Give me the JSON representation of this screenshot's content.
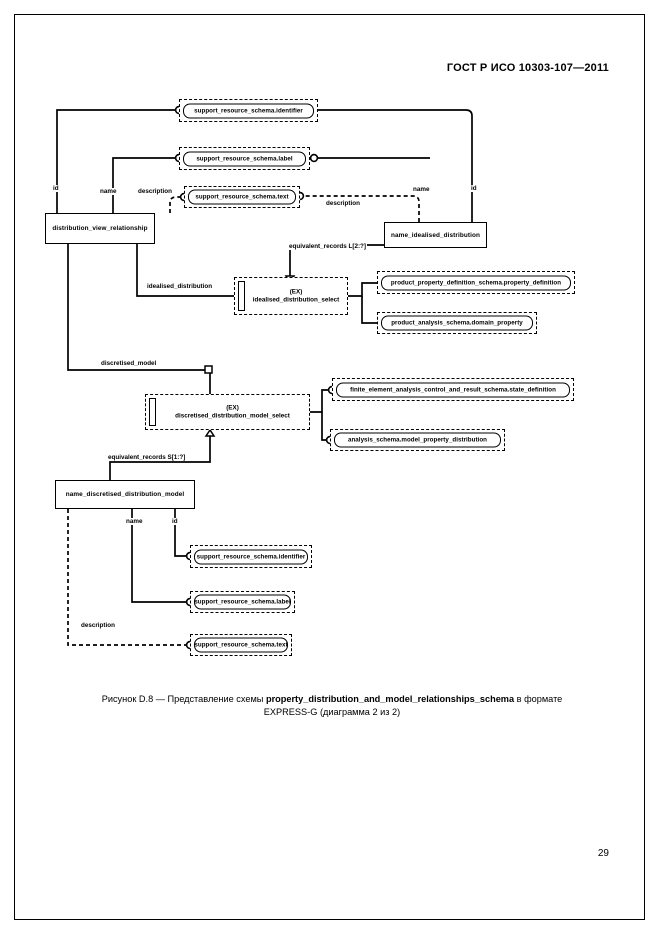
{
  "document": {
    "header": "ГОСТ Р ИСО 10303-107—2011",
    "page_number": "29",
    "caption_prefix": "Рисунок  D.8 — Представление схемы ",
    "caption_schema": "property_distribution_and_model_relationships_schema",
    "caption_mid": " в формате",
    "caption_line2": "EXPRESS-G (диаграмма 2 из 2)"
  },
  "diagram": {
    "type": "EXPRESS-G",
    "entities": [
      {
        "id": "distribution_view_relationship",
        "label": "distribution_view_relationship"
      },
      {
        "id": "name_idealised_distribution",
        "label": "name_idealised_distribution"
      },
      {
        "id": "name_discretised_distribution_model",
        "label": "name_discretised_distribution_model"
      }
    ],
    "selects": [
      {
        "id": "idealised_distribution_select",
        "tag": "(EX)",
        "label": "idealised_distribution_select"
      },
      {
        "id": "discretised_distribution_model_select",
        "tag": "(EX)",
        "label": "discretised_distribution_model_select"
      }
    ],
    "references": [
      {
        "id": "srs_identifier_top",
        "label": "support_resource_schema.identifier"
      },
      {
        "id": "srs_label_top",
        "label": "support_resource_schema.label"
      },
      {
        "id": "srs_text_top",
        "label": "support_resource_schema.text"
      },
      {
        "id": "ppds_property_definition",
        "label": "product_property_definition_schema.property_definition"
      },
      {
        "id": "pas_domain_property",
        "label": "product_analysis_schema.domain_property"
      },
      {
        "id": "feacrs_state_definition",
        "label": "finite_element_analysis_control_and_result_schema.state_definition"
      },
      {
        "id": "as_model_property_distribution",
        "label": "analysis_schema.model_property_distribution"
      },
      {
        "id": "srs_identifier_bottom",
        "label": "support_resource_schema.identifier"
      },
      {
        "id": "srs_label_bottom",
        "label": "support_resource_schema.label"
      },
      {
        "id": "srs_text_bottom",
        "label": "support_resource_schema.text"
      }
    ],
    "edge_labels": [
      {
        "id": "id_left_top",
        "text": "id"
      },
      {
        "id": "name_left_top",
        "text": "name"
      },
      {
        "id": "description_left_top",
        "text": "description"
      },
      {
        "id": "description_mid_top",
        "text": "description"
      },
      {
        "id": "name_right_top",
        "text": "name"
      },
      {
        "id": "id_right_top",
        "text": "id"
      },
      {
        "id": "equivalent_records_idealised",
        "text": "equivalent_records L[2:?]"
      },
      {
        "id": "idealised_distribution",
        "text": "idealised_distribution"
      },
      {
        "id": "discretised_model",
        "text": "discretised_model"
      },
      {
        "id": "equivalent_records_discretised",
        "text": "equivalent_records S[1:?]"
      },
      {
        "id": "name_bottom",
        "text": "name"
      },
      {
        "id": "id_bottom",
        "text": "id"
      },
      {
        "id": "description_bottom",
        "text": "description"
      }
    ]
  }
}
